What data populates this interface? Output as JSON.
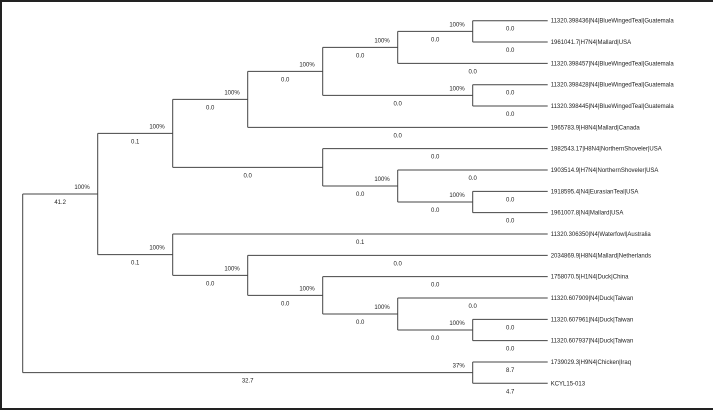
{
  "tree": {
    "children": [
      {
        "bs": "100%",
        "bl": "41.2",
        "children": [
          {
            "bs": "100%",
            "bl": "0.1",
            "children": [
              {
                "bs": "100%",
                "bl": "0.0",
                "children": [
                  {
                    "bs": "100%",
                    "bl": "0.0",
                    "children": [
                      {
                        "bs": "100%",
                        "bl": "0.0",
                        "children": [
                          {
                            "bs": "100%",
                            "bl": "0.0",
                            "children": [
                              {
                                "name": "11320.398436|N4|BlueWingedTeal|Guatemala",
                                "bl": "0.0"
                              },
                              {
                                "name": "1961041.7|H7N4|Mallard|USA",
                                "bl": "0.0"
                              }
                            ]
                          },
                          {
                            "name": "11320.398457|N4|BlueWingedTeal|Guatemala",
                            "bl": "0.0"
                          }
                        ]
                      },
                      {
                        "bs": "100%",
                        "bl": "0.0",
                        "children": [
                          {
                            "name": "11320.398428|N4|BlueWingedTeal|Guatemala",
                            "bl": "0.0"
                          },
                          {
                            "name": "11320.398445|N4|BlueWingedTeal|Guatemala",
                            "bl": "0.0"
                          }
                        ]
                      }
                    ]
                  },
                  {
                    "name": "1965783.9|H8N4|Mallard|Canada",
                    "bl": "0.0"
                  }
                ]
              },
              {
                "bs": "",
                "bl": "0.0",
                "children": [
                  {
                    "name": "1982543.17|H8N4|NorthernShoveler|USA",
                    "bl": "0.0"
                  },
                  {
                    "bs": "100%",
                    "bl": "0.0",
                    "children": [
                      {
                        "name": "1903514.9|H7N4|NorthernShoveler|USA",
                        "bl": "0.0"
                      },
                      {
                        "bs": "100%",
                        "bl": "0.0",
                        "children": [
                          {
                            "name": "1918595.4|N4|EurasianTeal|USA",
                            "bl": "0.0"
                          },
                          {
                            "name": "1961007.8|N4|Mallard|USA",
                            "bl": "0.0"
                          }
                        ]
                      }
                    ]
                  }
                ]
              }
            ]
          },
          {
            "bs": "100%",
            "bl": "0.1",
            "children": [
              {
                "name": "11320.306350|N4|Waterfowl|Australia",
                "bl": "0.1"
              },
              {
                "bs": "100%",
                "bl": "0.0",
                "children": [
                  {
                    "name": "2034869.9|H8N4|Mallard|Netherlands",
                    "bl": "0.0"
                  },
                  {
                    "bs": "100%",
                    "bl": "0.0",
                    "children": [
                      {
                        "name": "1758070.5|H1N4|Duck|China",
                        "bl": "0.0"
                      },
                      {
                        "bs": "100%",
                        "bl": "0.0",
                        "children": [
                          {
                            "name": "11320.607909|N4|Duck|Taiwan",
                            "bl": "0.0"
                          },
                          {
                            "bs": "100%",
                            "bl": "0.0",
                            "children": [
                              {
                                "name": "11320.607961|N4|Duck|Taiwan",
                                "bl": "0.0"
                              },
                              {
                                "name": "11320.607937|N4|Duck|Taiwan",
                                "bl": "0.0"
                              }
                            ]
                          }
                        ]
                      }
                    ]
                  }
                ]
              }
            ]
          }
        ]
      },
      {
        "bs": "37%",
        "bl": "32.7",
        "children": [
          {
            "name": "1739029.3|H9N4|Chicken|Iraq",
            "bl": "8.7"
          },
          {
            "name": "KCYL15-013",
            "bl": "4.7"
          }
        ]
      }
    ]
  }
}
